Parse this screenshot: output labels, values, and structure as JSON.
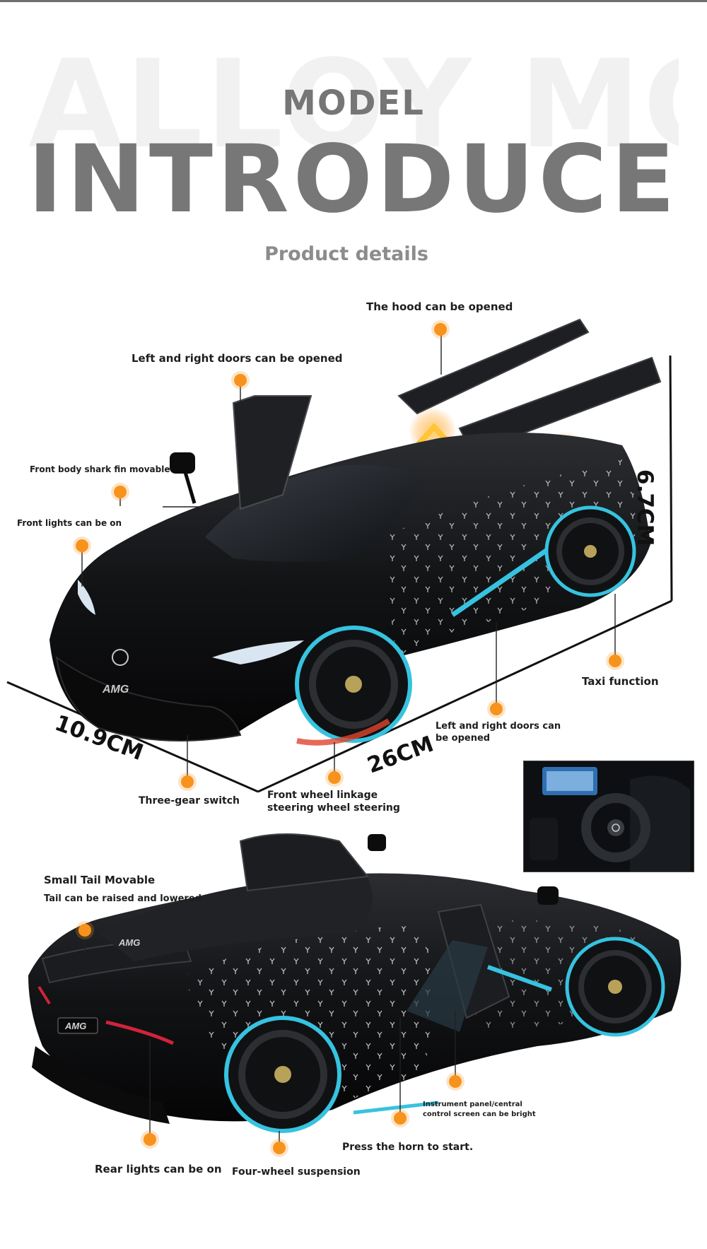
{
  "header": {
    "watermark": "ALLOY MODEL",
    "kicker": "MODEL",
    "headline": "INTRODUCE",
    "subhead": "Product details"
  },
  "dimensions": {
    "height": "6.7CM",
    "width": "10.9CM",
    "length": "26CM"
  },
  "features": {
    "hood": "The hood can be opened",
    "doors_top": "Left and right doors can be opened",
    "shark_fin": "Front body shark fin movable",
    "front_lights": "Front lights can be on",
    "taxi": "Taxi function",
    "doors_side": "Left and right doors can be opened",
    "three_gear": "Three-gear switch",
    "front_wheel": "Front wheel linkage steering wheel steering",
    "tail_title": "Small Tail Movable",
    "tail_sub": "Tail can be raised and lowered",
    "instrument": "Instrument panel/central control screen can be bright",
    "horn": "Press the horn to start.",
    "rear_lights": "Rear lights can be on",
    "suspension": "Four-wheel suspension"
  },
  "colors": {
    "accent_dot": "#f7931d",
    "accent_trim": "#36c3e0",
    "car_body": "#151618",
    "headline": "#777777"
  }
}
